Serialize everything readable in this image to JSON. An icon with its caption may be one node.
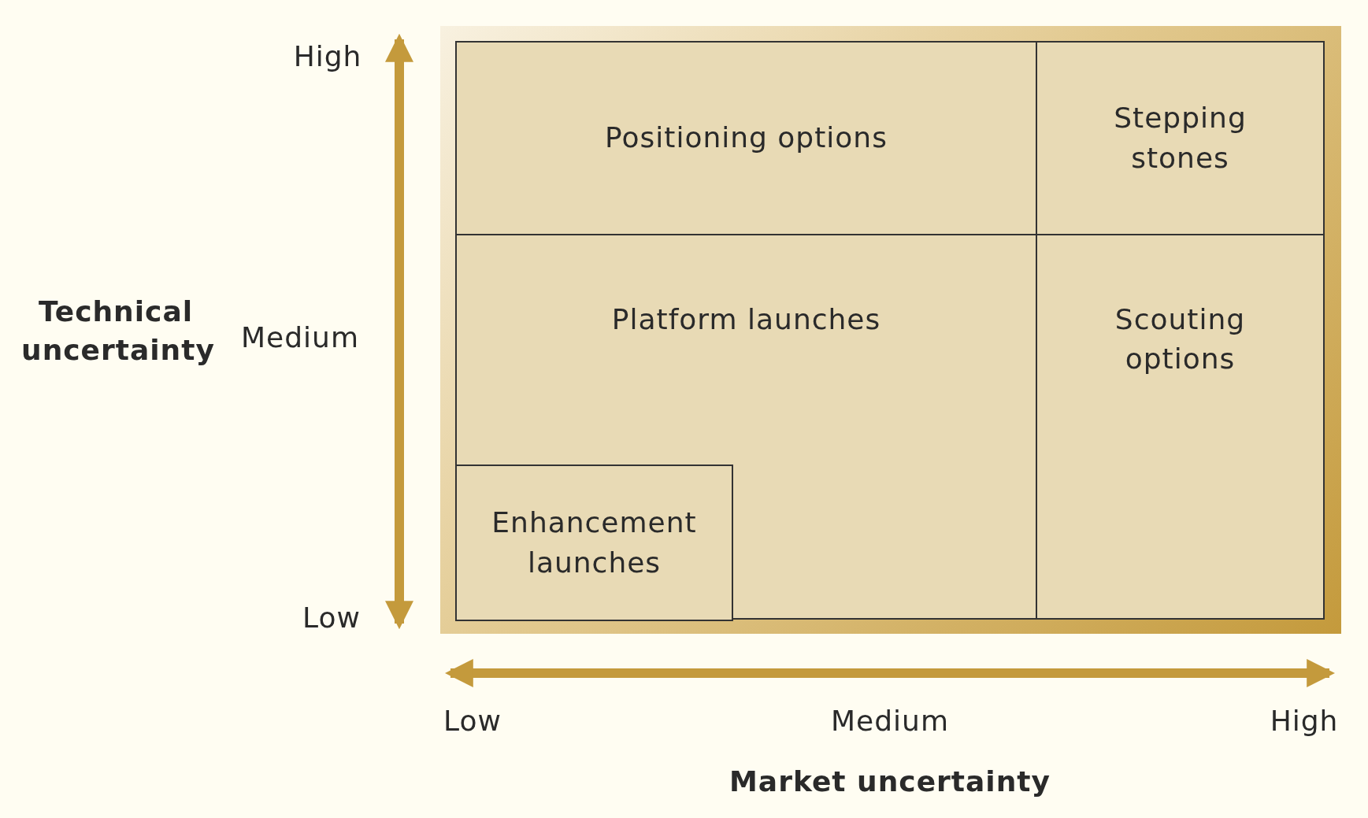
{
  "diagram": {
    "nodes": [
      {
        "text": [
          "Positioning options"
        ]
      },
      {
        "text": [
          "Stepping stones"
        ]
      },
      {
        "text": [
          "Platform launches"
        ]
      },
      {
        "text": [
          "Scouting options"
        ]
      },
      {
        "text": [
          "Enhancement launches"
        ],
        "in": 2
      }
    ],
    "labels": [
      "High",
      "Technical uncertainty",
      "Medium",
      "Low",
      "Low",
      "Medium",
      "High",
      "Market uncertainty"
    ]
  }
}
